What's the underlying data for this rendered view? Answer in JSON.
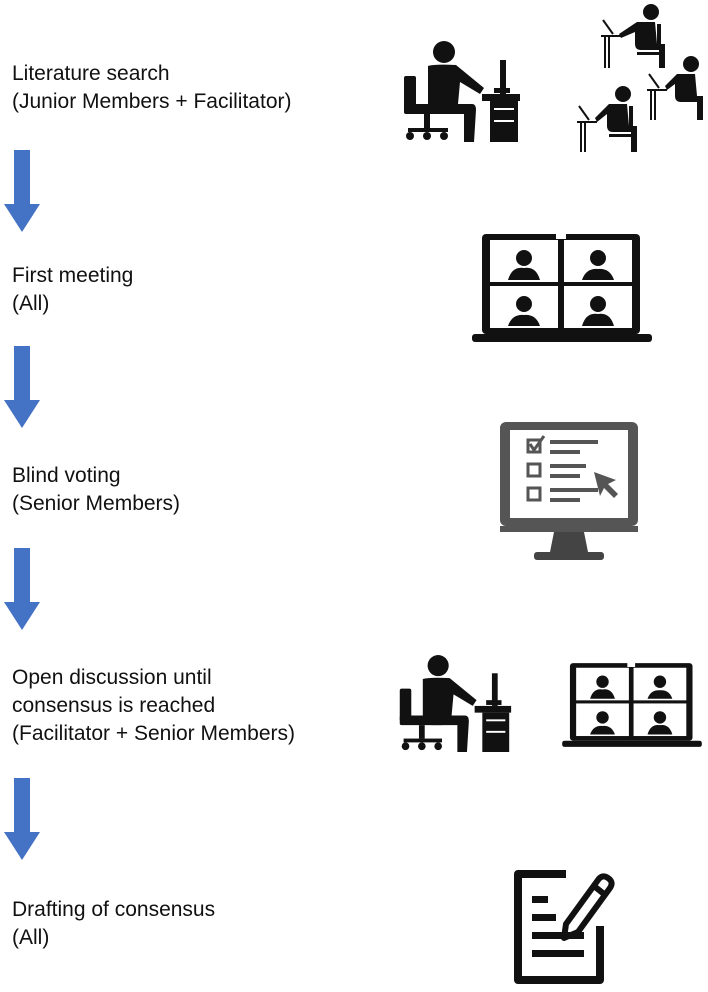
{
  "colors": {
    "arrow": "#4472C4",
    "icon": "#111111"
  },
  "steps": [
    {
      "title": "Literature search",
      "who": "(Junior Members + Facilitator)",
      "icons": [
        "person-at-desk-icon",
        "group-at-desks-icon"
      ]
    },
    {
      "title": "First meeting",
      "who": "(All)",
      "icons": [
        "video-conference-laptop-icon"
      ]
    },
    {
      "title": "Blind voting",
      "who": "(Senior Members)",
      "icons": [
        "online-voting-monitor-icon"
      ]
    },
    {
      "title_lines": [
        "Open discussion until",
        "consensus is reached"
      ],
      "who": "(Facilitator + Senior Members)",
      "icons": [
        "person-at-desk-icon",
        "video-conference-laptop-icon"
      ]
    },
    {
      "title": "Drafting of consensus",
      "who": "(All)",
      "icons": [
        "document-edit-icon"
      ]
    }
  ]
}
